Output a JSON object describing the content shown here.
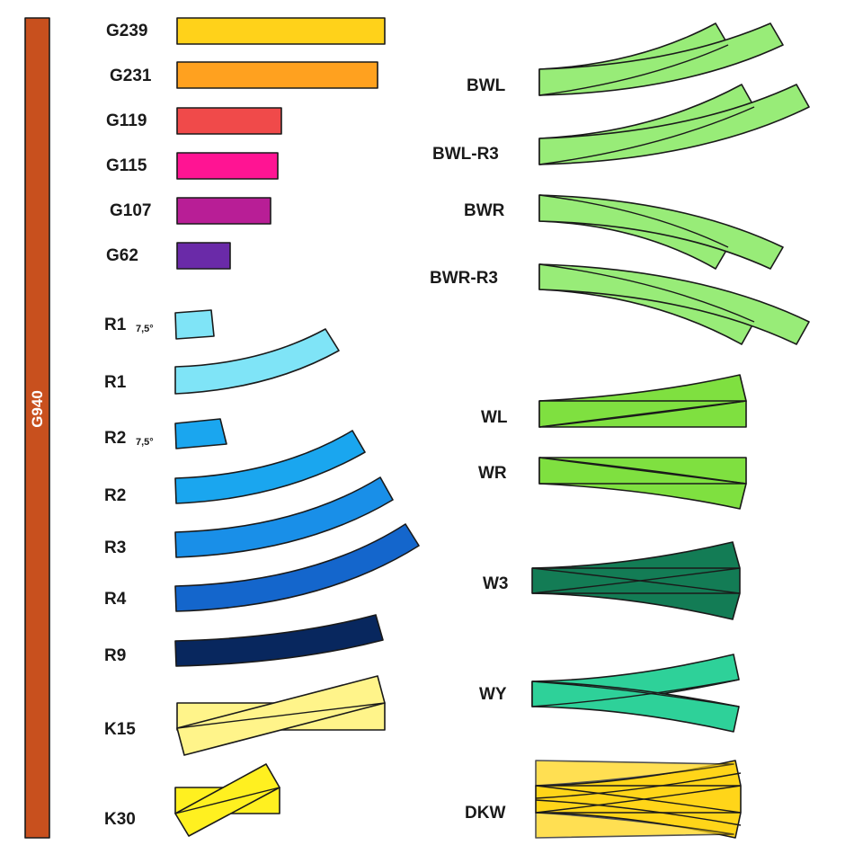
{
  "diagram": {
    "long_straight": {
      "label": "G940",
      "color": "#c8501e"
    },
    "straights": [
      {
        "label": "G239",
        "color": "#ffd21a"
      },
      {
        "label": "G231",
        "color": "#ffa11f"
      },
      {
        "label": "G119",
        "color": "#f04a4a"
      },
      {
        "label": "G115",
        "color": "#ff1493"
      },
      {
        "label": "G107",
        "color": "#b81e96"
      },
      {
        "label": "G62",
        "color": "#6a2aa8"
      }
    ],
    "curves": [
      {
        "label": "R1",
        "sub": "7,5°",
        "color": "#7fe4f7"
      },
      {
        "label": "R1",
        "sub": "",
        "color": "#7fe4f7"
      },
      {
        "label": "R2",
        "sub": "7,5°",
        "color": "#1aa6ef"
      },
      {
        "label": "R2",
        "sub": "",
        "color": "#1aa6ef"
      },
      {
        "label": "R3",
        "sub": "",
        "color": "#198fe8"
      },
      {
        "label": "R4",
        "sub": "",
        "color": "#1466cc"
      },
      {
        "label": "R9",
        "sub": "",
        "color": "#08275e"
      }
    ],
    "crossings": [
      {
        "label": "K15",
        "color": "#fff48a"
      },
      {
        "label": "K30",
        "color": "#fff020"
      }
    ],
    "curved_switches": [
      {
        "label": "BWL",
        "color": "#98ec78"
      },
      {
        "label": "BWL-R3",
        "color": "#98ec78"
      },
      {
        "label": "BWR",
        "color": "#98ec78"
      },
      {
        "label": "BWR-R3",
        "color": "#98ec78"
      }
    ],
    "switches": [
      {
        "label": "WL",
        "color": "#7fe040"
      },
      {
        "label": "WR",
        "color": "#7fe040"
      },
      {
        "label": "W3",
        "color": "#137c55"
      },
      {
        "label": "WY",
        "color": "#2ed199"
      },
      {
        "label": "DKW",
        "color": "#ffd519"
      }
    ]
  }
}
